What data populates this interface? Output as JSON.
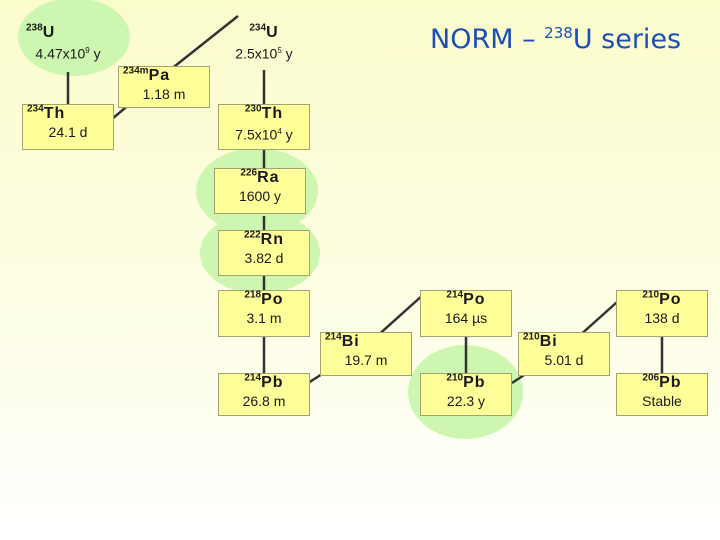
{
  "title": {
    "prefix": "NORM – ",
    "mass": "238",
    "suffix": "U series"
  },
  "colors": {
    "box": "#ffff99",
    "glow": "#cdf7b0",
    "title": "#1a4fb8",
    "line": "#333333"
  },
  "nuclides": {
    "u238": {
      "mass": "238",
      "element": "U",
      "half_life": "4.47x10",
      "exp": "9",
      "unit": " y"
    },
    "u234": {
      "mass": "234",
      "element": "U",
      "half_life": "2.5x10",
      "exp": "5",
      "unit": " y"
    },
    "pa234m": {
      "mass": "234m",
      "element": "Pa",
      "half_life": "1.18 m"
    },
    "th234": {
      "mass": "234",
      "element": "Th",
      "half_life": "24.1 d"
    },
    "th230": {
      "mass": "230",
      "element": "Th",
      "half_life": "7.5x10",
      "exp": "4",
      "unit": " y"
    },
    "ra226": {
      "mass": "226",
      "element": "Ra",
      "half_life": "1600 y"
    },
    "rn222": {
      "mass": "222",
      "element": "Rn",
      "half_life": "3.82 d"
    },
    "po218": {
      "mass": "218",
      "element": "Po",
      "half_life": "3.1 m"
    },
    "pb214": {
      "mass": "214",
      "element": "Pb",
      "half_life": "26.8 m"
    },
    "bi214": {
      "mass": "214",
      "element": "Bi",
      "half_life": "19.7 m"
    },
    "po214": {
      "mass": "214",
      "element": "Po",
      "half_life": "164 µs"
    },
    "pb210": {
      "mass": "210",
      "element": "Pb",
      "half_life": "22.3 y"
    },
    "bi210": {
      "mass": "210",
      "element": "Bi",
      "half_life": "5.01 d"
    },
    "po210": {
      "mass": "210",
      "element": "Po",
      "half_life": "138 d"
    },
    "pb206": {
      "mass": "206",
      "element": "Pb",
      "half_life": "Stable"
    }
  }
}
